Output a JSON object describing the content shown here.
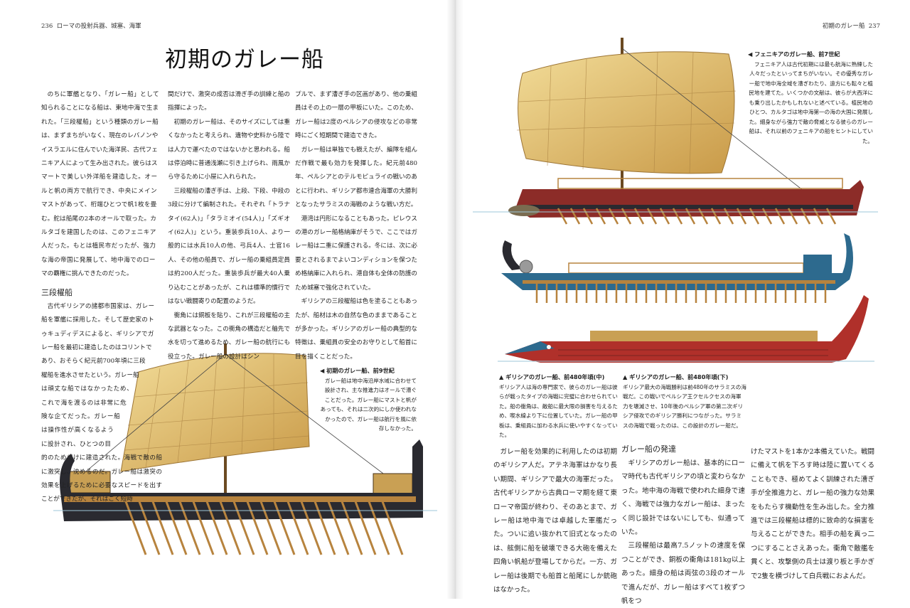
{
  "left_page": {
    "page_number": "236",
    "running_head": "ローマの投射兵器、城塞、海軍",
    "title": "初期のガレー船",
    "col1": {
      "p1": "のちに軍艦となり、「ガレー船」として知られることになる船は、東地中海で生まれた。「三段櫂船」という種類のガレー船は、まずまちがいなく、現在のレバノンやイスラエルに住んでいた海洋民、古代フェニキア人によって生み出された。彼らはスマートで美しい外洋船を建造した。オールと帆の両方で航行でき、中央にメインマストがあって、桁端ひとつで帆1枚を畳む。舵は船尾の2本のオールで取った。カルタゴを建国したのは、このフェニキア人だった。もとは植民市だったが、強力な海の帝国に発展して、地中海でのローマの覇権に挑んできたのだった。",
      "heading": "三段櫂船",
      "p2": "古代ギリシアの諸都市国家は、ガレー船を軍艦に採用した。そして歴史家のトゥキュディデスによると、ギリシアでガレー船を最初に建造したのはコリントであり、おそらく紀元前700年頃に三段櫂船を進水させたという。ガレー船は頑丈な船ではなかったため、これで海を渡るのは非常に危険な企てだった。ガレー船は操作性が高くなるように設計され、ひとつの目的のためだけに建造された。海戦で敵の船に激突し、沈めるのだ。ガレー船は激突の効果を上げるために必要なスピードを出すことができたが、それはごく短時"
    },
    "col2": {
      "p1": "間だけで、激突の成否は滑ぎ手の訓練と船の指揮によった。",
      "p2": "初期のガレー船は、そのサイズにしては重くなかったと考えられ、遺物や史料から陸では人力で運べたのではないかと思われる。船は停泊時に普通浅瀬に引き上げられ、雨風から守るために小屋に入れられた。",
      "p3": "三段櫂船の漕ぎ手は、上段、下段、中段の3段に分けて編制された。それぞれ「トラナタイ(62人)」「タラミオイ(54人)」「ズギオイ(62人)」という。重装歩兵10人、より一般的には水兵10人の他、弓兵4人、士官16人、その他の船員で、ガレー船の乗組員定員は約200人だった。重装歩兵が最大40人乗り込むことがあったが、これは標準的慣行ではない戦闘寄りの配置のようだ。",
      "p4": "衝角には銅板を貼り、これが三段櫂船の主な武器となった。この衝角の構造だと舳先で水を切って進めるため、ガレー船の航行にも役立った。ガレー船の設計はシン"
    },
    "col3": {
      "p1": "プルで、まず漕ぎ手の区画があり、他の乗組員はその上の一層の甲板にいた。このため、ガレー船は2度のペルシアの侵攻などの非常時にごく短期間で建造できた。",
      "p2": "ガレー船は単独でも戦えたが、編隊を組んだ作戦で最も効力を発揮した。紀元前480年、ペルシアとのテルモピュライの戦いのあとに行われ、ギリシア都市連合海軍の大勝利となったサラミスの海戦のような戦い方だ。",
      "p3": "港湾は円形になることもあった。ピレウスの港のガレー船格納庫がそうで、ここではガレー船は二重に保護される。冬には、次に必要とされるまでよいコンディションを保つため格納庫に入れられ、港自体も全体の防護のため城塞で強化されていた。",
      "p4": "ギリシアの三段櫂船は色を塗ることもあったが、船材は木の自然な色のままであることが多かった。ギリシアのガレー船の典型的な特徴は、乗組員の安全のお守りとして船首に目を描くことだった。"
    },
    "caption": {
      "title": "◀ 初期のガレー船、前9世紀",
      "text": "ガレー船は地中海沿岸水域に合わせて設計され、主な推進力はオールで漕ぐことだった。ガレー船にマストと帆があっても、それは二次的にしか使われなかったので、ガレー船は航行を風に依存しなかった。"
    }
  },
  "right_page": {
    "page_number": "237",
    "running_head": "初期のガレー船",
    "caption_phoenician": {
      "title": "◀ フェニキアのガレー船、前7世紀",
      "text": "フェニキア人は古代初期には最も航海に熟練した人々だったといってまちがいない。その優秀なガレー船で地中海全域を漕ぎわたり、遠方にも転々と植民地を建てた。いくつかの文献は、彼らが大西洋にも乗り出したかもしれないと述べている。植民地のひとつ、カルタゴは地中海第一の海の大国に発展した。細身ながら強力で敵の脅威となる彼らのガレー船は、それ以前のフェニキアの船をヒントにしていた。"
    },
    "caption_greek_middle": {
      "title": "▲ ギリシアのガレー船、前480年頃(中)",
      "text": "ギリシア人は海の専門家で、彼らのガレー船は彼らが戦ったタイプの海戦に完璧に合わせられていた。船の衝角は、敵船に最大限の損害を与えるため、喫水線より下に位置していた。ガレー船の甲板は、乗組員に加わる水兵に使いやすくなっていた。"
    },
    "caption_greek_bottom": {
      "title": "▲ ギリシアのガレー船、前480年頃(下)",
      "text": "ギリシア最大の海戦勝利は前480年のサラミスの海戦だ。この戦いでペルシア王クセルクセスの海軍力を壊滅させ、10年後のペルシア軍の第二次ギリシア侵攻でのギリシア勝利につながった。サラミスの海戦で戦ったのは、この設計のガレー船だ。"
    },
    "col1": {
      "p1": "ガレー船を効果的に利用したのは初期のギリシア人だ。アテネ海軍はかなり長い期間、ギリシアで最大の海軍だった。古代ギリシアから古典ローマ期を経て東ローマ帝国が終わり、そのあとまで、ガレー船は地中海では卓越した軍艦だった。ついに追い抜かれて旧式となったのは、舷側に船を破壊できる大砲を備えた四角い帆船が登場してからだ。一方、ガレー船は後期でも船首と船尾にしか銃砲はなかった。"
    },
    "col2": {
      "heading": "ガレー船の発達",
      "p1": "ギリシアのガレー船は、基本的にローマ時代も古代ギリシアの頃と変わらなかった。地中海の海戦で使われた細身で速く、海戦では強力なガレー船は、まったく同じ設計ではないにしても、似通っていた。",
      "p2": "三段櫂船は最高7.5ノットの速度を保つことができ、銅板の衝角は181kg以上あった。細身の船は両弦の3段のオールで進んだが、ガレー船はすべて1枚ずつ帆をつ"
    },
    "col3": {
      "p1": "けたマストを1本か2本備えていた。戦闘に備えて帆を下ろす時は陸に置いてくることもでき、極めてよく訓練された漕ぎ手が全推進力と、ガレー船の強力な効果をもたらす機動性を生み出した。全力推進では三段櫂船は標的に致命的な損害を与えることができた。相手の船を真っ二つにすることさえあった。衝角で敵艦を貫くと、攻撃側の兵士は渡り板と手かぎで2隻を横づけして白兵戦におよんだ。"
    }
  },
  "colors": {
    "sail": "#e8c873",
    "hull_dark": "#2a2a30",
    "hull_red": "#b0302a",
    "hull_blue": "#2d6a8e",
    "wood": "#b7833e"
  }
}
